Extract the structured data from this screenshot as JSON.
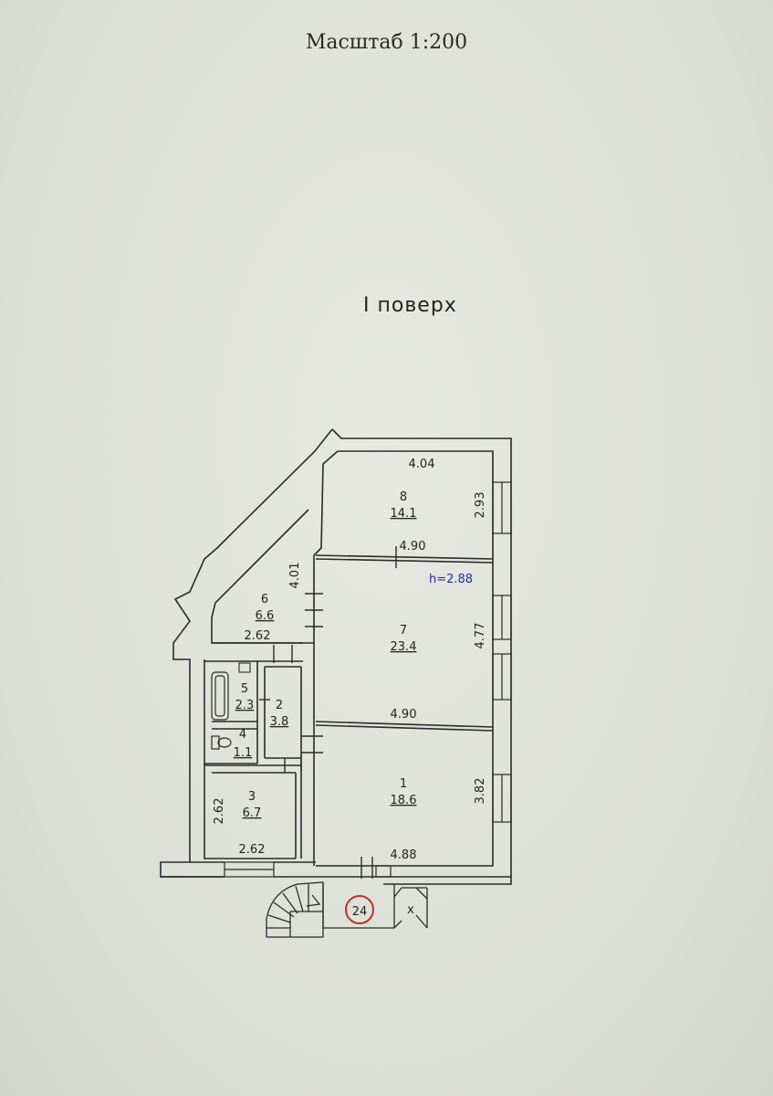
{
  "scale_title": "Масштаб 1:200",
  "floor_title": "I поверх",
  "ceiling_height": "h=2.88",
  "entrance_number": "24",
  "entrance_mark": "x",
  "rooms": [
    {
      "number": "1",
      "area": "18.6"
    },
    {
      "number": "2",
      "area": "3.8"
    },
    {
      "number": "3",
      "area": "6.7"
    },
    {
      "number": "4",
      "area": "1.1"
    },
    {
      "number": "5",
      "area": "2.3"
    },
    {
      "number": "6",
      "area": "6.6"
    },
    {
      "number": "7",
      "area": "23.4"
    },
    {
      "number": "8",
      "area": "14.1"
    }
  ],
  "dimensions": {
    "room8_width": "4.04",
    "room8_height": "2.93",
    "room8_bottom_width": "4.90",
    "room7_height": "4.77",
    "room7_bottom_width": "4.90",
    "room1_height": "3.82",
    "room1_bottom_width": "4.88",
    "room6_height": "4.01",
    "room6_width": "2.62",
    "room3_height": "2.62",
    "room3_width": "2.62"
  },
  "colors": {
    "wall": "#2b2b2b",
    "paper": "#dfe1da",
    "height_label": "#1f2fb0",
    "entrance_circle": "#c0302a"
  }
}
